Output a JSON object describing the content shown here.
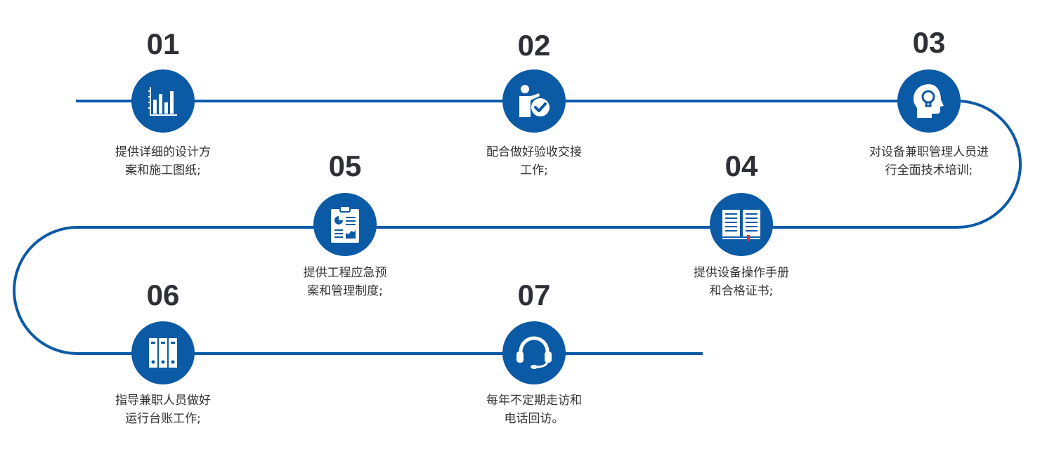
{
  "colors": {
    "accent": "#0b5aa6",
    "text": "#333333",
    "number": "#2f3036"
  },
  "steps": [
    {
      "number": "01",
      "icon": "bar-chart-icon",
      "line1": "提供详细的设计方",
      "line2": "案和施工图纸;"
    },
    {
      "number": "02",
      "icon": "person-check-icon",
      "line1": "配合做好验收交接",
      "line2": "工作;"
    },
    {
      "number": "03",
      "icon": "head-lightbulb-icon",
      "line1": "对设备兼职管理人员进",
      "line2": "行全面技术培训;"
    },
    {
      "number": "04",
      "icon": "open-book-icon",
      "line1": "提供设备操作手册",
      "line2": "和合格证书;"
    },
    {
      "number": "05",
      "icon": "clipboard-report-icon",
      "line1": "提供工程应急预",
      "line2": "案和管理制度;"
    },
    {
      "number": "06",
      "icon": "binders-icon",
      "line1": "指导兼职人员做好",
      "line2": "运行台账工作;"
    },
    {
      "number": "07",
      "icon": "headset-icon",
      "line1": "每年不定期走访和",
      "line2": "电话回访。"
    }
  ]
}
